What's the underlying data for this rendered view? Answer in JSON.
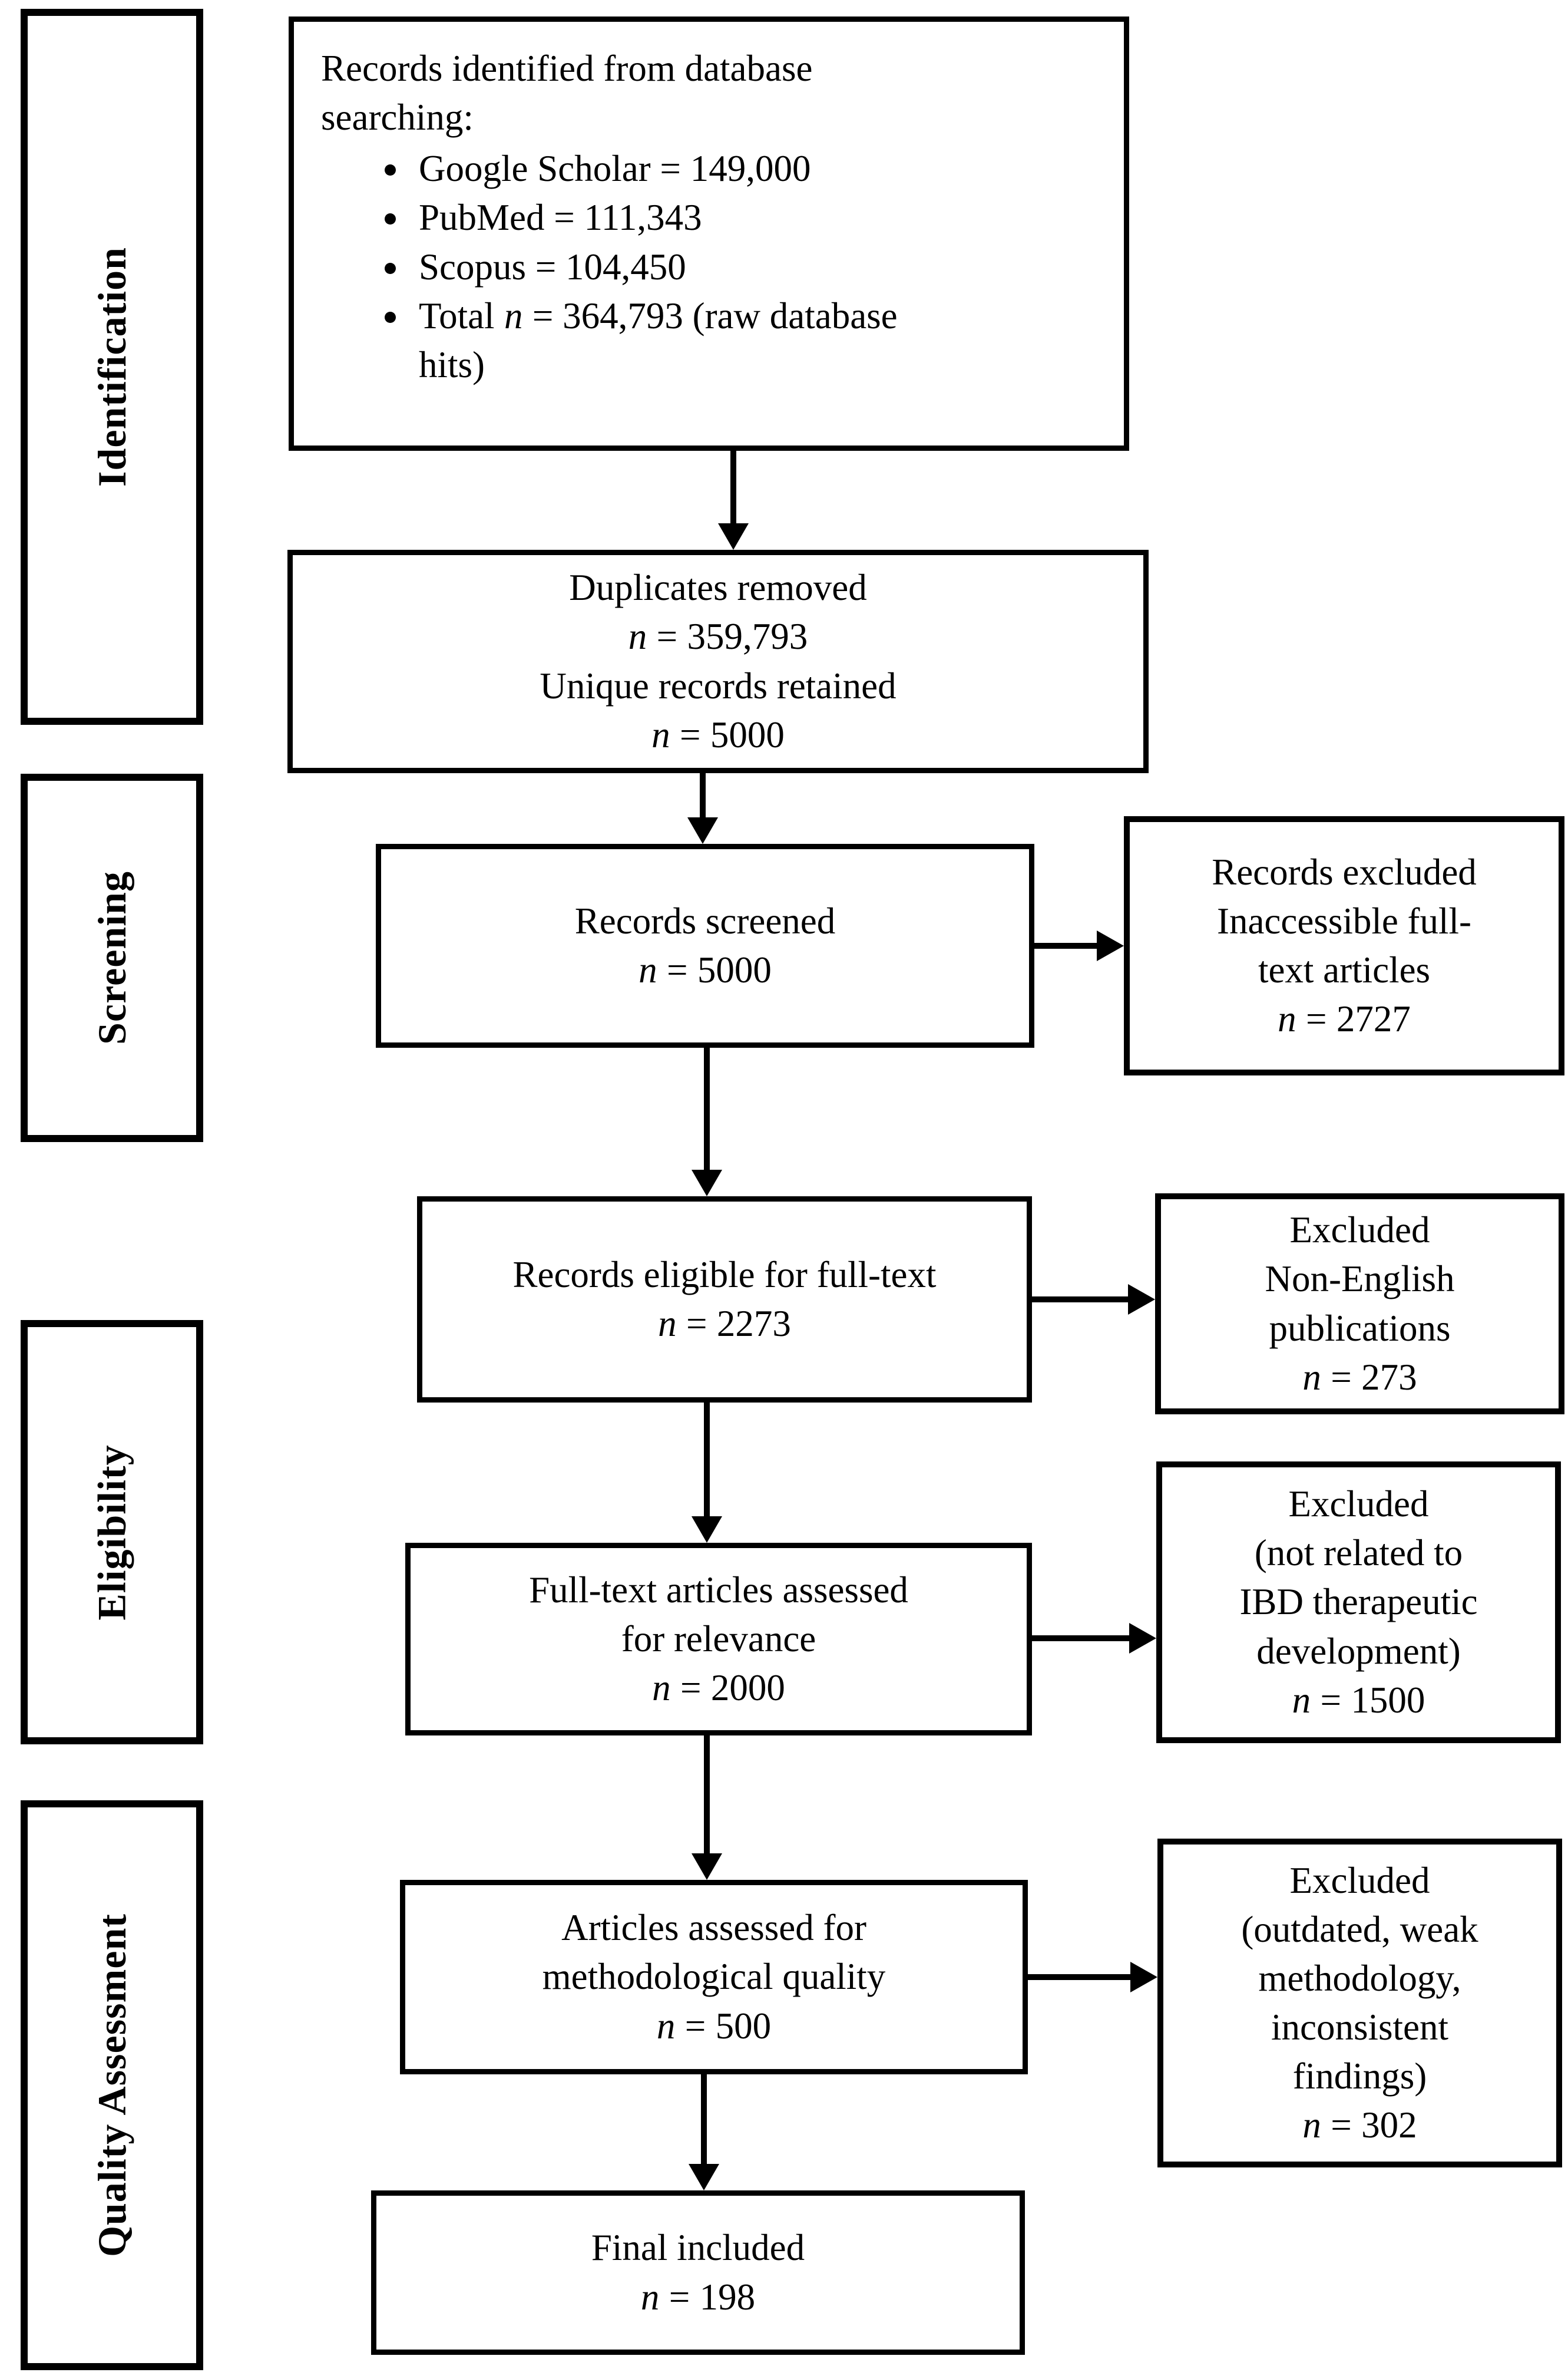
{
  "math": {
    "var": "n",
    "eq": "="
  },
  "stages": {
    "identification": "Identification",
    "screening": "Screening",
    "eligibility": "Eligibility",
    "quality": "Quality Assessment"
  },
  "boxes": {
    "identified": {
      "line1": "Records identified from database",
      "line2": "searching:",
      "bullet1": "Google Scholar = 149,000",
      "bullet2": "PubMed = 111,343",
      "bullet3": "Scopus = 104,450",
      "bullet4_pre": "Total",
      "bullet4_post": "= 364,793 (raw database",
      "bullet4_cont": "hits)"
    },
    "duplicates": {
      "line1": "Duplicates removed",
      "n1": "359,793",
      "line2": "Unique records retained",
      "n2": "5000"
    },
    "screened": {
      "line1": "Records screened",
      "n": "5000"
    },
    "eligible": {
      "line1": "Records eligible for full-text",
      "n": "2273"
    },
    "fulltext": {
      "line1": "Full-text articles assessed",
      "line2": "for relevance",
      "n": "2000"
    },
    "method_quality": {
      "line1": "Articles assessed for",
      "line2": "methodological quality",
      "n": "500"
    },
    "final": {
      "line1": "Final included",
      "n": "198"
    },
    "excluded_screening": {
      "line1": "Records excluded",
      "line2": "Inaccessible full-",
      "line3": "text articles",
      "n": "2727"
    },
    "excluded_language": {
      "line1": "Excluded",
      "line2": "Non-English",
      "line3": "publications",
      "n": "273"
    },
    "excluded_relevance": {
      "line1": "Excluded",
      "line2": "(not related to",
      "line3": "IBD therapeutic",
      "line4": "development)",
      "n": "1500"
    },
    "excluded_quality": {
      "line1": "Excluded",
      "line2": "(outdated, weak",
      "line3": "methodology,",
      "line4": "inconsistent",
      "line5": "findings)",
      "n": "302"
    }
  }
}
